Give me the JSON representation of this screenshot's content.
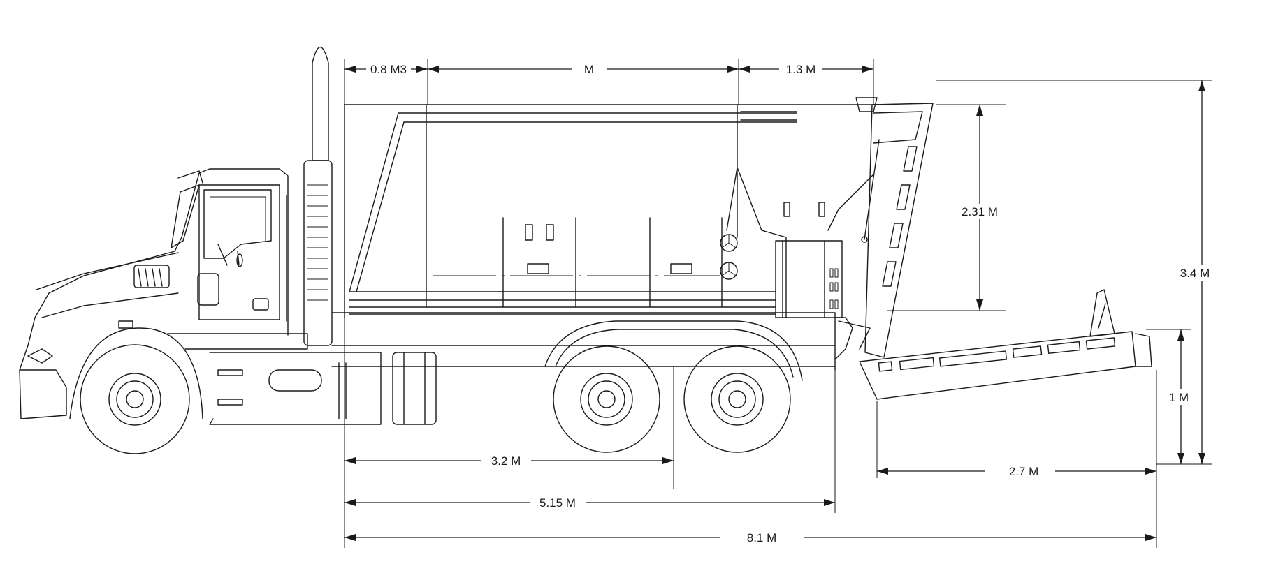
{
  "dimensions": {
    "front_section": "0.8 M3",
    "body_length": "M",
    "rear_section": "1.3 M",
    "hopper_height": "2.31 M",
    "overall_height": "3.4 M",
    "plow_height": "1 M",
    "plow_length": "2.7 M",
    "wheelbase": "3.2 M",
    "frame_length": "5.15 M",
    "overall_length": "8.1 M"
  },
  "colors": {
    "line": "#1a1a1a",
    "background": "#ffffff"
  }
}
